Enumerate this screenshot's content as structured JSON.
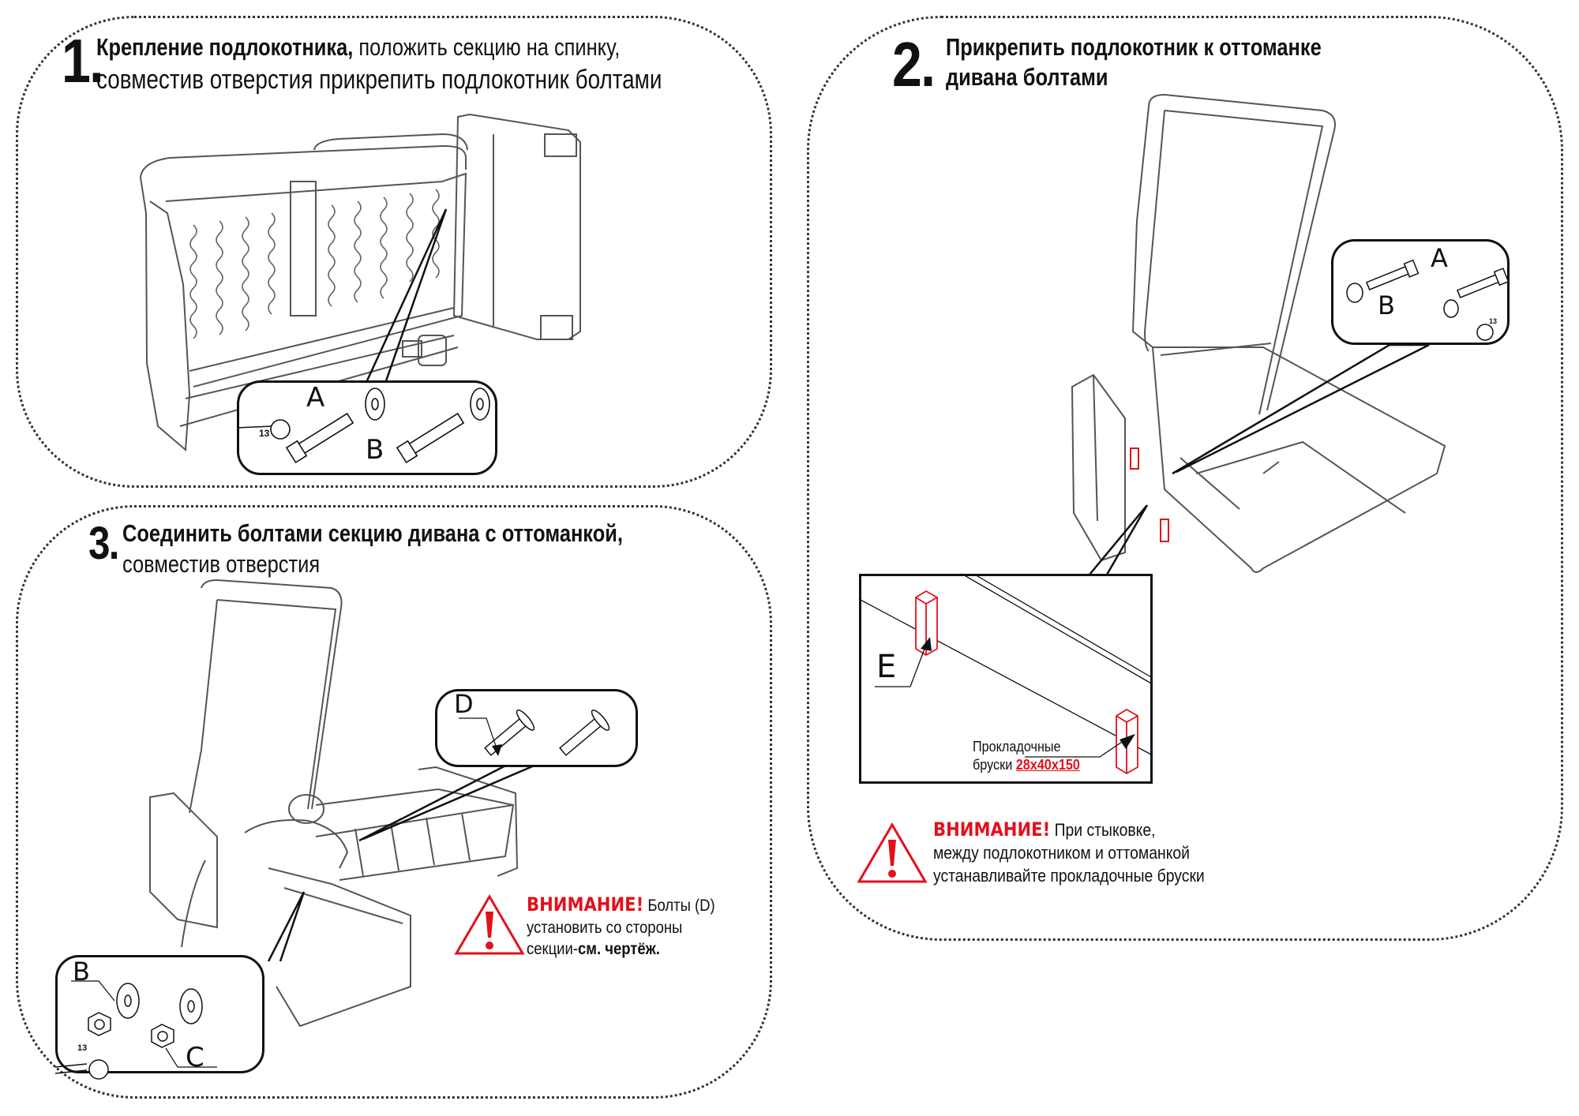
{
  "steps": [
    {
      "number": "1.",
      "title_bold": "Крепление подлокотника,",
      "title_regular": " положить секцию на спинку,",
      "line2": "совместив отверстия прикрепить подлокотник болтами",
      "inset_labels": [
        "A",
        "B"
      ],
      "wrench_size": "13"
    },
    {
      "number": "2.",
      "title_line1": "Прикрепить подлокотник к оттоманке",
      "title_line2": "дивана болтами",
      "inset_labels": [
        "A",
        "B"
      ],
      "wrench_size": "13",
      "detail_label": "E",
      "spacer_caption_line1": "Прокладочные",
      "spacer_caption_line2": "бруски ",
      "spacer_size": "28x40x150",
      "warning": {
        "heading": "ВНИМАНИЕ!",
        "line1": " При стыковке,",
        "line2": "между подлокотником и оттоманкой",
        "line3": "устанавливайте прокладочные бруски"
      }
    },
    {
      "number": "3.",
      "title_bold": "Соединить  болтами секцию дивана с  оттоманкой,",
      "line2": "совместив отверстия",
      "inset_top_label": "D",
      "inset_bottom_labels": [
        "B",
        "C"
      ],
      "wrench_size": "13",
      "warning": {
        "heading": "ВНИМАНИЕ!",
        "line1": " Болты (D)",
        "line2": "установить со стороны",
        "line3_regular": "секции-",
        "line3_bold": "см. чертёж."
      }
    }
  ],
  "colors": {
    "warning_red": "#e3101b",
    "border": "#333333",
    "spacer_red": "#e3101b"
  }
}
